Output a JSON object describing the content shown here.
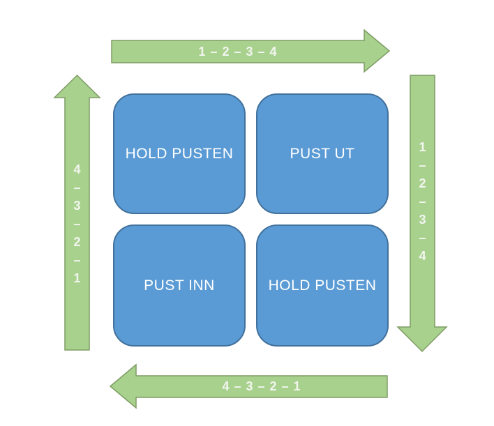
{
  "diagram": {
    "boxes": {
      "top_left": {
        "label": "HOLD PUSTEN"
      },
      "top_right": {
        "label": "PUST UT"
      },
      "bottom_left": {
        "label": "PUST INN"
      },
      "bottom_right": {
        "label": "HOLD PUSTEN"
      }
    },
    "arrows": {
      "top": {
        "direction": "right",
        "label": "1 – 2 – 3 – 4"
      },
      "right": {
        "direction": "down",
        "label": "1 – 2 – 3 – 4",
        "chars": [
          "1",
          "–",
          "2",
          "–",
          "3",
          "–",
          "4"
        ]
      },
      "bottom": {
        "direction": "left",
        "label": "4 – 3 – 2 – 1"
      },
      "left": {
        "direction": "up",
        "label": "4 – 3 – 2 – 1",
        "chars": [
          "4",
          "–",
          "3",
          "–",
          "2",
          "–",
          "1"
        ]
      }
    },
    "colors": {
      "arrow_fill": "#A9D18E",
      "arrow_border": "#7E9C63",
      "arrow_text": "#F2F5EF",
      "box_fill": "#5B9BD5",
      "box_border": "#41719C",
      "box_text": "#FFFFFF",
      "background": "#FFFFFF"
    }
  }
}
